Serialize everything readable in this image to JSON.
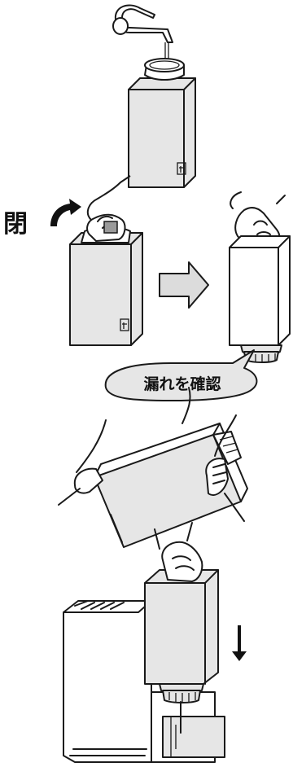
{
  "labels": {
    "close": "閉",
    "check_leak": "漏れを確認"
  },
  "colors": {
    "line": "#1a1a1a",
    "tank_fill": "#e6e6e6",
    "bubble_fill": "#e6e6e6",
    "arrow_fill": "#dcdcdc",
    "white": "#ffffff"
  },
  "icons": {
    "rotate_arrow": "curved-rotate-clockwise-arrow",
    "direction_arrow": "right-arrow",
    "insert_arrow": "down-arrow"
  }
}
